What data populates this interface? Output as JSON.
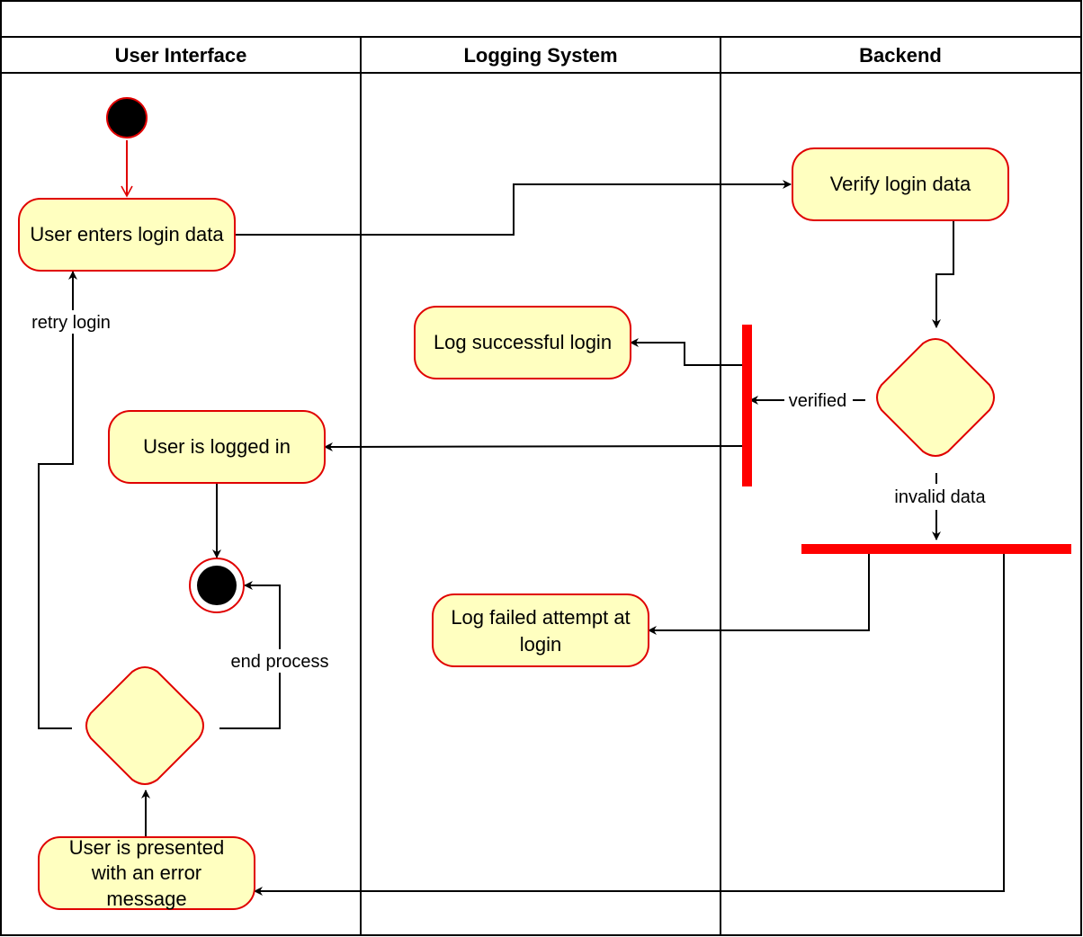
{
  "diagram": {
    "lanes": [
      "User Interface",
      "Logging System",
      "Backend"
    ],
    "nodes": {
      "enter_login": [
        "User enters login data"
      ],
      "verify": [
        "Verify login data"
      ],
      "log_success": [
        "Log successful login"
      ],
      "logged_in": [
        "User is logged in"
      ],
      "log_failed": [
        "Log failed attempt at",
        "login"
      ],
      "error_msg": [
        "User is presented",
        "with an error",
        "message"
      ]
    },
    "edge_labels": {
      "retry": "retry login",
      "verified": "verified",
      "invalid": "invalid data",
      "end": "end process"
    },
    "colors": {
      "node_fill": "#ffffc0",
      "node_stroke": "#e00000",
      "bar": "#ff0000",
      "initial": "#000000"
    }
  }
}
